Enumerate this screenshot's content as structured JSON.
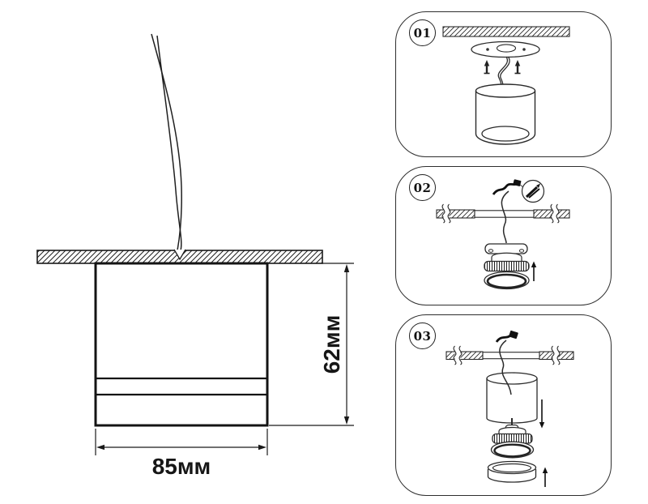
{
  "diagram": {
    "width_label": "85мм",
    "height_label": "62мм"
  },
  "steps": [
    {
      "number": "01"
    },
    {
      "number": "02"
    },
    {
      "number": "03"
    }
  ],
  "colors": {
    "line": "#1f1f1f",
    "panel_border": "#2e2e2e",
    "background": "#ffffff"
  },
  "icons": {
    "badge": "numbered-circle",
    "arrows": [
      "arrow-up-icon",
      "arrow-down-icon"
    ],
    "hardware": [
      "screw-icon",
      "mounting-plate",
      "gx53-lamp",
      "trim-ring",
      "fixture-cylinder",
      "magnifier-detail"
    ]
  }
}
